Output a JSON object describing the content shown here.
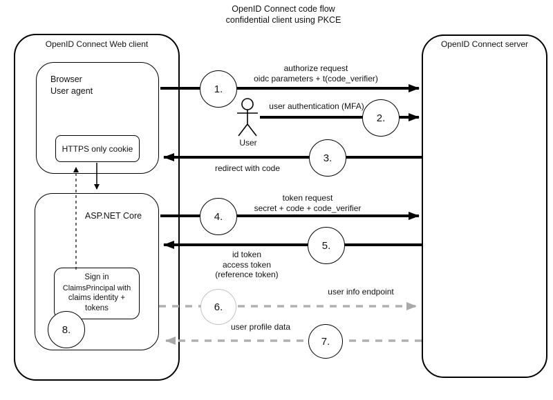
{
  "title": {
    "line1": "OpenID Connect code flow",
    "line2": "confidential client using PKCE"
  },
  "client": {
    "label": "OpenID Connect Web client",
    "browser": {
      "line1": "Browser",
      "line2": "User agent"
    },
    "cookie_label": "HTTPS only cookie",
    "aspnet_label": "ASP.NET Core",
    "signin": {
      "line1": "Sign in",
      "line2": "ClaimsPrincipal with",
      "line3": "claims identity +",
      "line4": "tokens"
    }
  },
  "server": {
    "label": "OpenID Connect server"
  },
  "actor": {
    "label": "User"
  },
  "steps": {
    "s1": "1.",
    "s2": "2.",
    "s3": "3.",
    "s4": "4.",
    "s5": "5.",
    "s6": "6.",
    "s7": "7.",
    "s8": "8."
  },
  "messages": {
    "m1_line1": "authorize request",
    "m1_line2": "oidc parameters + t(code_verifier)",
    "m2": "user authentication (MFA)",
    "m3": "redirect with code",
    "m4_line1": "token request",
    "m4_line2": "secret + code + code_verifier",
    "m5_line1": "id token",
    "m5_line2": "access token",
    "m5_line3": "(reference token)",
    "m6": "user info endpoint",
    "m7": "user profile data"
  },
  "colors": {
    "stroke": "#000000",
    "dashed_flow": "#b0b0b0",
    "step6_circle_border": "#c2c2c2",
    "text": "#111111"
  }
}
